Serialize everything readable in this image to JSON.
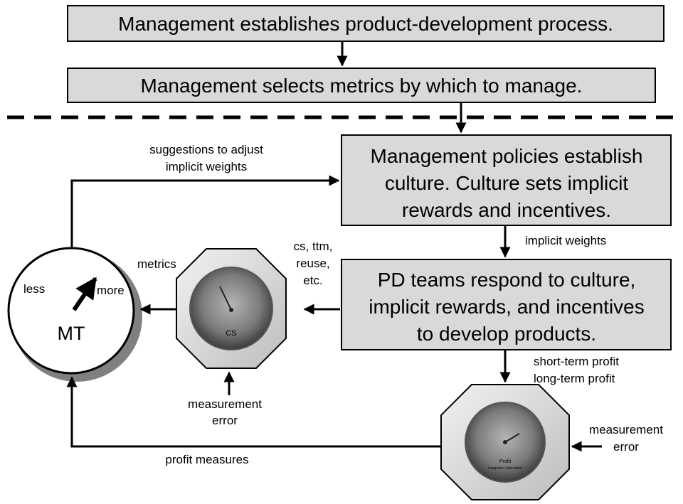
{
  "boxes": {
    "process": "Management establishes product-development process.",
    "metrics": "Management selects metrics by which to manage.",
    "policies": [
      "Management policies establish",
      "culture.  Culture sets implicit",
      "rewards and incentives."
    ],
    "teams": [
      "PD teams respond to culture,",
      "implicit rewards, and incentives",
      "to develop products."
    ]
  },
  "labels": {
    "suggestions": [
      "suggestions to adjust",
      "implicit weights"
    ],
    "implicit_weights": "implicit weights",
    "metrics": "metrics",
    "cs_ttm": [
      "cs, ttm,",
      "reuse,",
      "etc."
    ],
    "profit_outputs": [
      "short-term profit",
      "long-term profit"
    ],
    "measurement_error_left": [
      "measurement",
      "error"
    ],
    "measurement_error_right": [
      "measurement",
      "error"
    ],
    "profit_measures": "profit measures"
  },
  "gauge_mt": {
    "label": "MT",
    "left": "less",
    "right": "more"
  },
  "gauges": {
    "cs_face": "CS",
    "profit_face": [
      "Profit",
      "Long-term Short-term"
    ]
  },
  "colors": {
    "box_fill": "#d9d9d9",
    "shadow": "#808080"
  }
}
